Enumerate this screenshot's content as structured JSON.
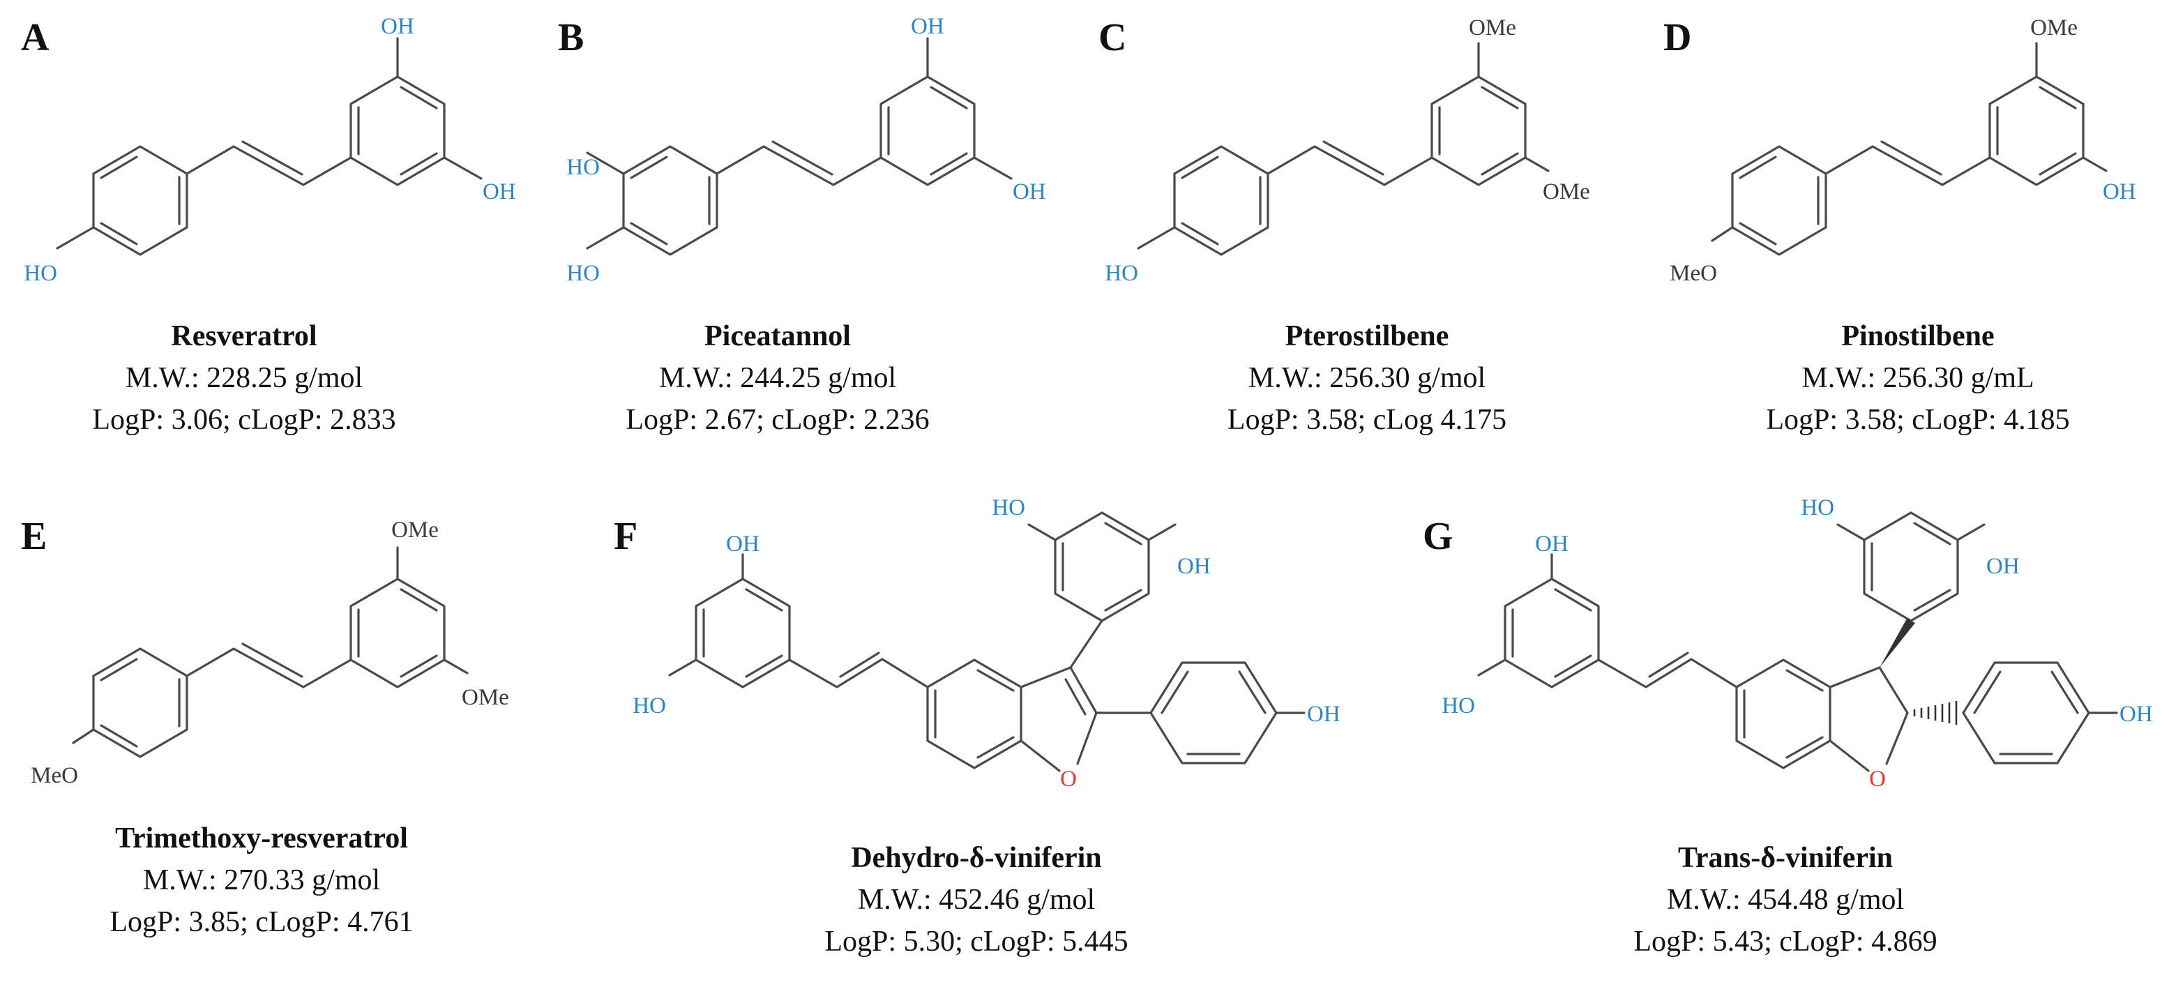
{
  "compounds": [
    {
      "letter": "A",
      "name": "Resveratrol",
      "mw": "M.W.: 228.25 g/mol",
      "logp": "LogP: 3.06; cLogP: 2.833",
      "atoms": {
        "top": "OH",
        "right": "OH",
        "para": "HO"
      }
    },
    {
      "letter": "B",
      "name": "Piceatannol",
      "mw": "M.W.: 244.25 g/mol",
      "logp": "LogP: 2.67; cLogP: 2.236",
      "atoms": {
        "top": "OH",
        "right": "OH",
        "para": "HO",
        "meta": "HO"
      }
    },
    {
      "letter": "C",
      "name": "Pterostilbene",
      "mw": "M.W.: 256.30 g/mol",
      "logp": "LogP: 3.58; cLog 4.175",
      "atoms": {
        "top": "OMe",
        "right": "OMe",
        "para": "HO"
      }
    },
    {
      "letter": "D",
      "name": "Pinostilbene",
      "mw": "M.W.: 256.30 g/mL",
      "logp": "LogP: 3.58; cLogP: 4.185",
      "atoms": {
        "top": "OMe",
        "right": "OH",
        "para": "MeO"
      }
    },
    {
      "letter": "E",
      "name": "Trimethoxy-resveratrol",
      "mw": "M.W.: 270.33 g/mol",
      "logp": "LogP: 3.85; cLogP: 4.761",
      "atoms": {
        "top": "OMe",
        "right": "OMe",
        "para": "MeO"
      }
    },
    {
      "letter": "F",
      "name": "Dehydro-δ-viniferin",
      "mw": "M.W.: 452.46 g/mol",
      "logp": "LogP: 5.30; cLogP: 5.445",
      "atoms": {
        "top": "OH",
        "left": "HO",
        "ring_left": "HO",
        "ring_right": "OH",
        "phenol": "OH",
        "oxygen": "O"
      }
    },
    {
      "letter": "G",
      "name": "Trans-δ-viniferin",
      "mw": "M.W.: 454.48 g/mol",
      "logp": "LogP: 5.43; cLogP: 4.869",
      "atoms": {
        "top": "OH",
        "left": "HO",
        "ring_left": "HO",
        "ring_right": "OH",
        "phenol": "OH",
        "oxygen": "O"
      }
    }
  ],
  "colors": {
    "hydroxyl": "#2e86c1",
    "methoxy": "#3a3a3a",
    "ring_oxygen": "#e53935",
    "bond": "#4a4a4a"
  }
}
